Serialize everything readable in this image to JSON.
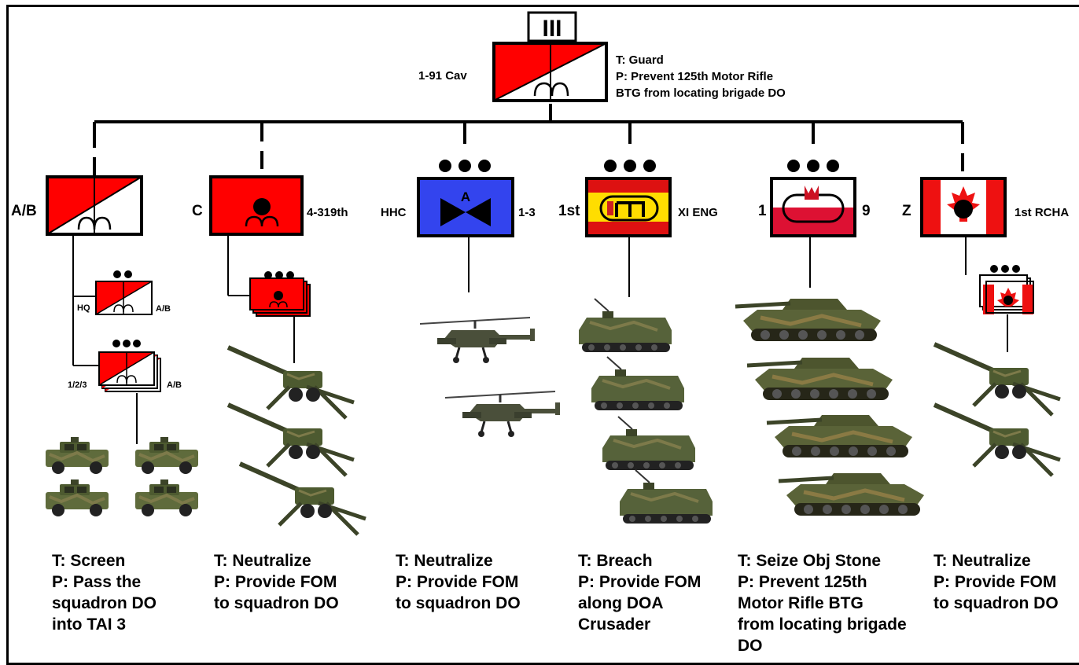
{
  "colors": {
    "recon_red": "#ff0000",
    "aviation_blue": "#3344ee",
    "spain_yellow": "#ffdd00",
    "spain_red": "#dd1111",
    "poland_red": "#dd1133",
    "canada_red": "#ee1111",
    "line": "#000000"
  },
  "hq": {
    "echelon": "III",
    "designation": "1-91 Cav",
    "task": "T: Guard",
    "purpose_lines": [
      "P: Prevent 125th Motor Rifle",
      "BTG from locating brigade DO"
    ]
  },
  "units": [
    {
      "left": "A/B",
      "echelon": "",
      "right": "",
      "sub_units": [
        {
          "echelon": "••",
          "left": "HQ",
          "right": "A/B"
        },
        {
          "echelon": "•••",
          "left": "1/2/3",
          "right": "A/B"
        }
      ],
      "equipment": "humvee-icon",
      "task_lines": [
        "T: Screen",
        "P: Pass the",
        "squadron DO",
        "into TAI 3"
      ]
    },
    {
      "left": "C",
      "echelon": "",
      "right": "4-319th",
      "sub_units": [
        {
          "echelon": "•••",
          "left": "",
          "right": ""
        }
      ],
      "equipment": "howitzer-icon",
      "task_lines": [
        "T: Neutralize",
        "P: Provide FOM",
        "to squadron DO"
      ]
    },
    {
      "left": "HHC",
      "echelon": "•••",
      "right": "1-3",
      "symbol_letter": "A",
      "equipment": "helicopter-icon",
      "task_lines": [
        "T: Neutralize",
        "P: Provide FOM",
        "to squadron DO"
      ]
    },
    {
      "left": "1st",
      "echelon": "•••",
      "right": "XI ENG",
      "equipment": "apc-icon",
      "task_lines": [
        "T: Breach",
        "P: Provide FOM",
        "along DOA",
        "Crusader"
      ]
    },
    {
      "left": "1",
      "echelon": "•••",
      "right": "9",
      "equipment": "tank-icon",
      "task_lines": [
        "T: Seize Obj Stone",
        "P: Prevent 125th",
        "Motor Rifle BTG",
        "from locating brigade",
        "DO"
      ]
    },
    {
      "left": "Z",
      "echelon": "",
      "right": "1st RCHA",
      "sub_units": [
        {
          "echelon": "•••",
          "left": "",
          "right": ""
        }
      ],
      "equipment": "howitzer-icon",
      "task_lines": [
        "T: Neutralize",
        "P: Provide FOM",
        "to squadron DO"
      ]
    }
  ]
}
